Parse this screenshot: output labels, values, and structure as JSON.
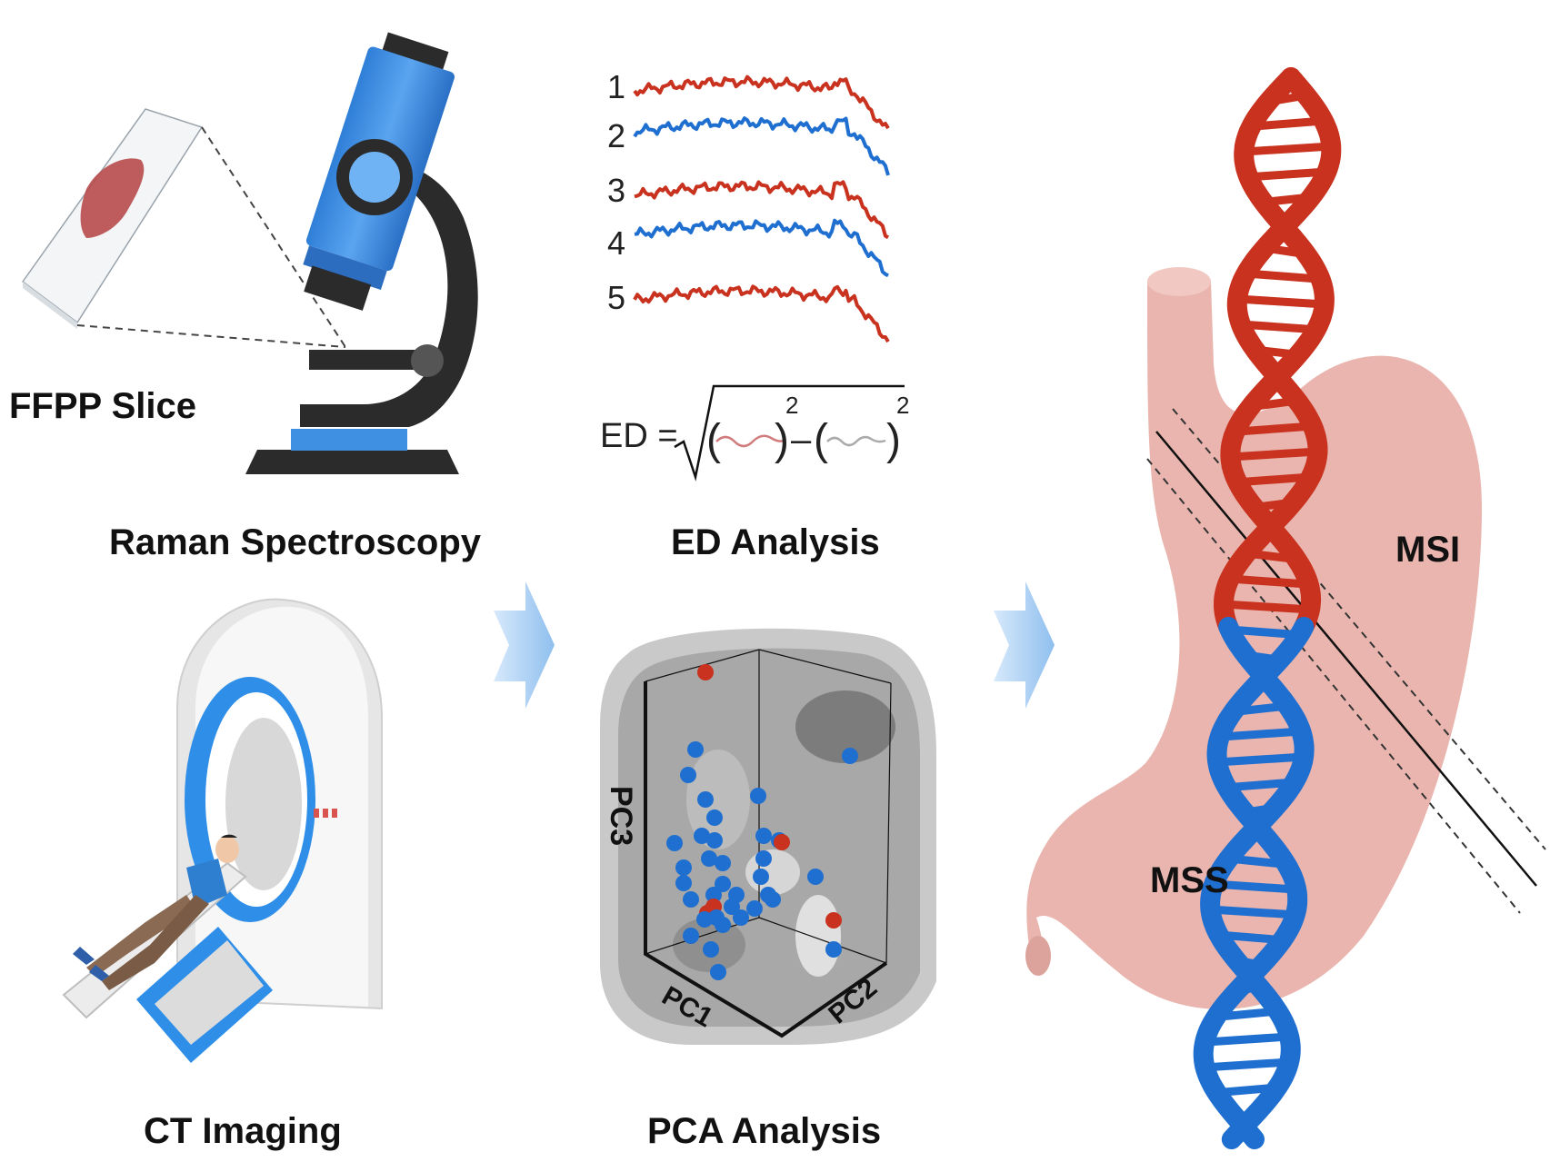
{
  "labels": {
    "ffpp_slice": "FFPP Slice",
    "raman": "Raman Spectroscopy",
    "ed_analysis": "ED Analysis",
    "ct_imaging": "CT Imaging",
    "pca_analysis": "PCA Analysis",
    "msi": "MSI",
    "mss": "MSS"
  },
  "spectra": {
    "numbers": [
      "1",
      "2",
      "3",
      "4",
      "5"
    ],
    "colors": [
      "#c8321e",
      "#1f6fd1",
      "#c8321e",
      "#1f6fd1",
      "#c8321e"
    ]
  },
  "formula": {
    "lhs": "ED =",
    "exponent_1": "2",
    "minus": "–",
    "exponent_2": "2"
  },
  "pca_axes": {
    "pc1": "PC1",
    "pc2": "PC2",
    "pc3": "PC3"
  },
  "colors": {
    "red": "#c8321e",
    "blue": "#1f6fd1",
    "arrow": "#a9cdf0",
    "stomach": "#e9b5ae",
    "microscope_blue": "#3f8fe3",
    "dark": "#2b2b2b"
  },
  "icons": [
    "tissue-slide-icon",
    "microscope-icon",
    "ct-scanner-icon",
    "stomach-icon",
    "dna-helix-icon",
    "flow-arrow-icon"
  ]
}
